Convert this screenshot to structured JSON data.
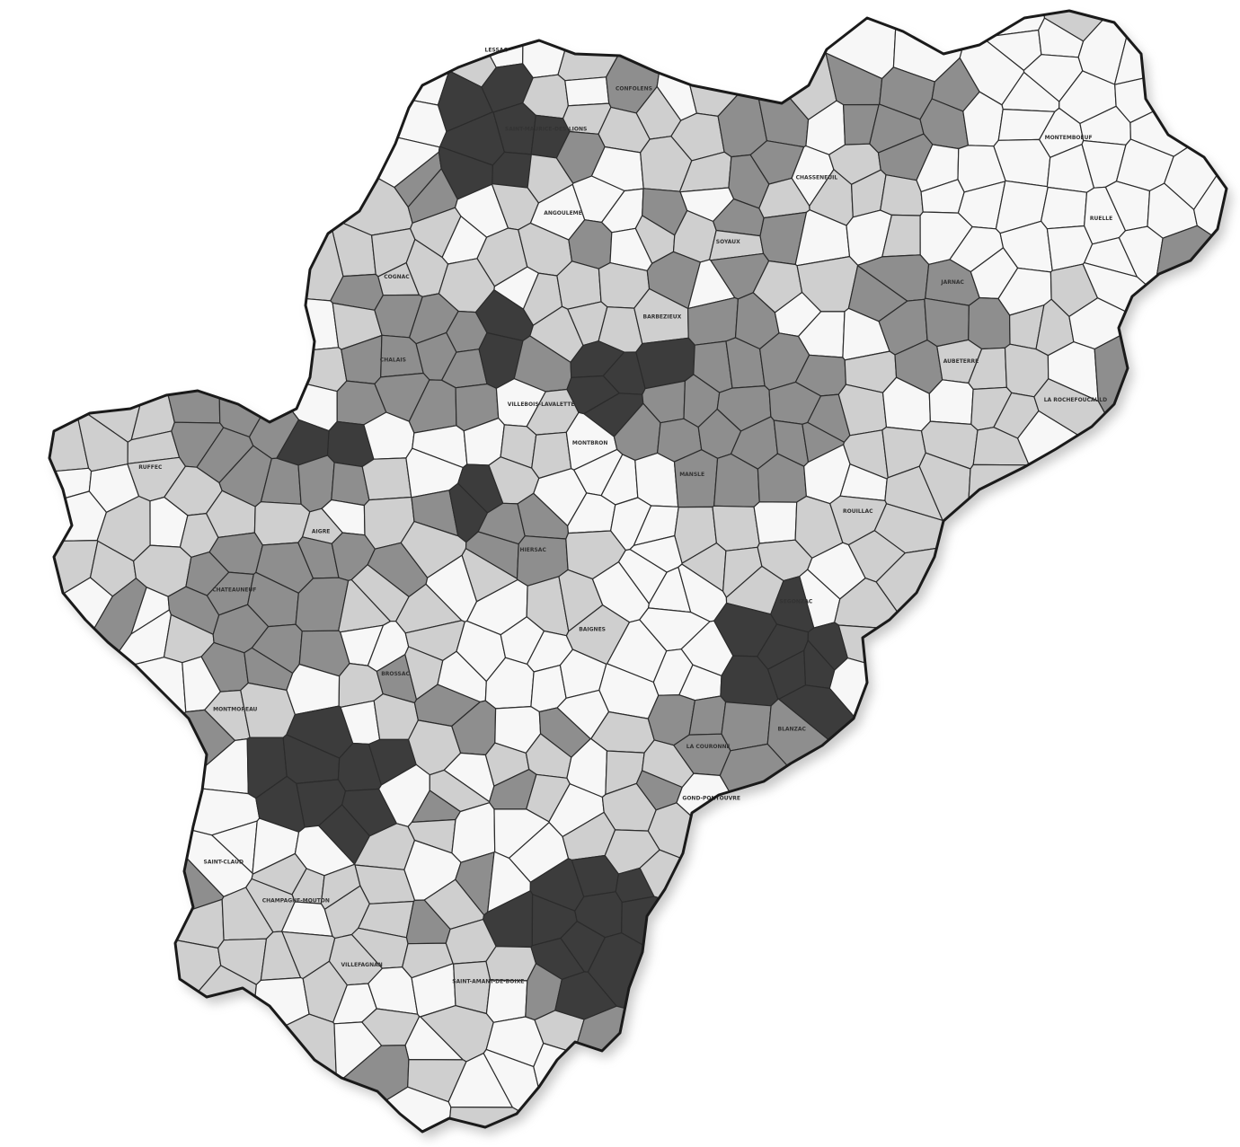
{
  "map": {
    "name": "",
    "colors": {
      "level0": "#f7f7f7",
      "level1": "#cfcfcf",
      "level2": "#8e8e8e",
      "level3": "#3c3c3c",
      "border": "#2b2b2b",
      "outline": "#1a1a1a"
    },
    "labels": [
      "LESSAC",
      "CONFOLENS",
      "SAINT-MAURICE-DES-LIONS",
      "MONTEMBOEUF",
      "CHASSENEUIL",
      "ANGOULEME",
      "RUELLE",
      "SOYAUX",
      "COGNAC",
      "JARNAC",
      "BARBEZIEUX",
      "CHALAIS",
      "AUBETERRE",
      "VILLEBOIS-LAVALETTE",
      "LA ROCHEFOUCAULD",
      "MONTBRON",
      "RUFFEC",
      "MANSLE",
      "AIGRE",
      "ROUILLAC",
      "HIERSAC",
      "CHATEAUNEUF",
      "SEGONZAC",
      "BAIGNES",
      "BROSSAC",
      "MONTMOREAU",
      "BLANZAC",
      "LA COURONNE",
      "GOND-PONTOUVRE",
      "SAINT-CLAUD",
      "CHAMPAGNE-MOUTON",
      "VILLEFAGNAN",
      "SAINT-AMANT-DE-BOIXE"
    ]
  }
}
